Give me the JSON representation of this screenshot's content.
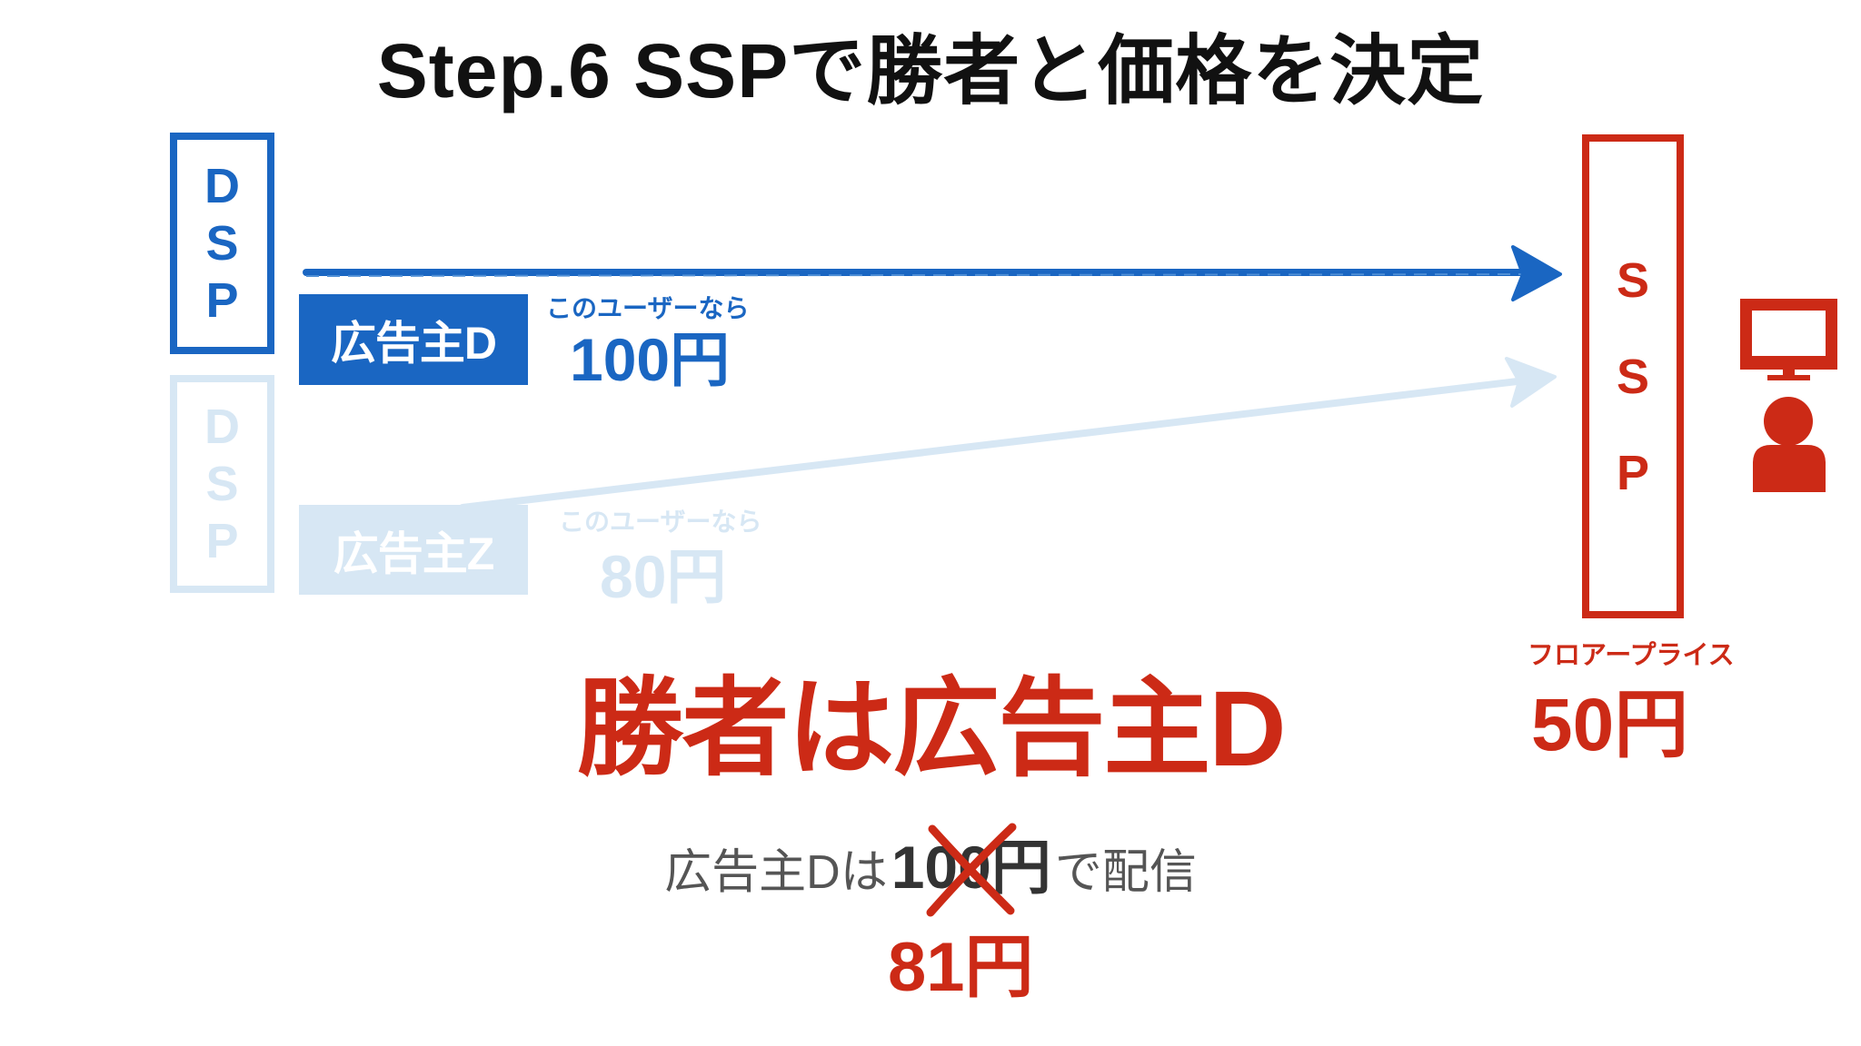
{
  "title": "Step.6 SSPで勝者と価格を決定",
  "dsp_top": {
    "letters": [
      "D",
      "S",
      "P"
    ]
  },
  "dsp_bottom": {
    "letters": [
      "D",
      "S",
      "P"
    ]
  },
  "ssp": {
    "letters": [
      "S",
      "S",
      "P"
    ]
  },
  "advertiser_d": {
    "label": "広告主D",
    "caption": "このユーザーなら",
    "bid": "100円"
  },
  "advertiser_z": {
    "label": "広告主Z",
    "caption": "このユーザーなら",
    "bid": "80円"
  },
  "floor": {
    "label": "フロアープライス",
    "price": "50円"
  },
  "result": {
    "winner": "勝者は広告主D",
    "delivery_prefix": "広告主Dは",
    "original_price": "100円",
    "delivery_suffix": "で配信",
    "final_price": "81円"
  },
  "icons": [
    "monitor-icon",
    "user-icon",
    "strike-x-icon"
  ],
  "colors": {
    "winner_blue": "#1a66c2",
    "faded_blue": "#d7e7f4",
    "ssp_red": "#cc2a16",
    "text_gray": "#555555",
    "title_black": "#111111"
  }
}
